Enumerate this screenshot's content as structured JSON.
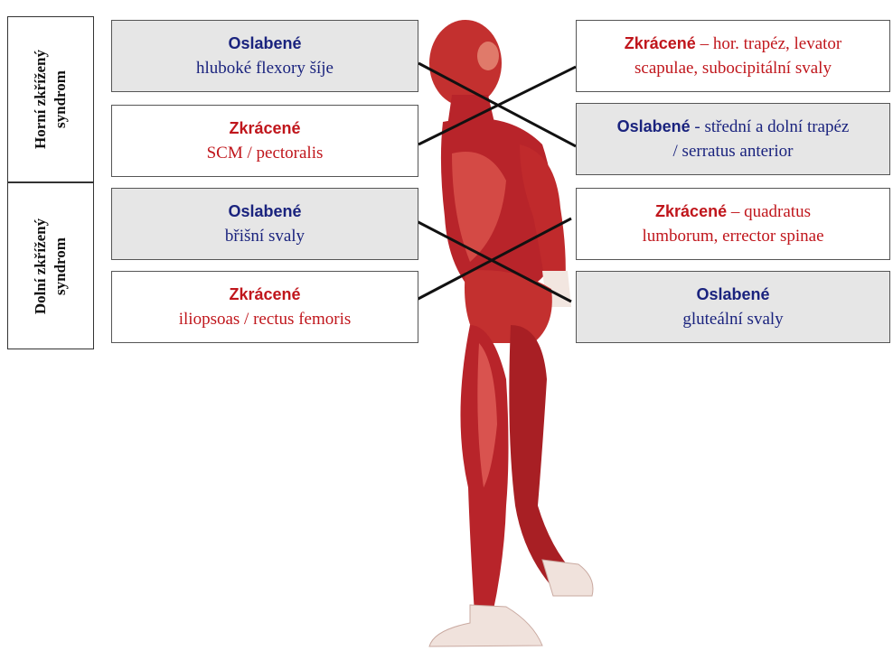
{
  "side_labels": {
    "upper": {
      "line1": "Horní zkřížený",
      "line2": "syndrom"
    },
    "lower": {
      "line1": "Dolní zkřížený",
      "line2": "syndrom"
    }
  },
  "boxes": {
    "left_1": {
      "title": "Oslabené",
      "text": "hluboké flexory šíje"
    },
    "left_2": {
      "title": "Zkrácené",
      "text": "SCM  /  pectoralis"
    },
    "left_3": {
      "title": "Oslabené",
      "text": "břišní svaly"
    },
    "left_4": {
      "title": "Zkrácené",
      "text": "iliopsoas / rectus femoris"
    },
    "right_1": {
      "title": "Zkrácené",
      "text_a": " – hor. trapéz, levator",
      "text_b": "scapulae, subocipitální svaly"
    },
    "right_2": {
      "title": "Oslabené",
      "text_a": " - střední a dolní trapéz",
      "text_b": "/ serratus anterior"
    },
    "right_3": {
      "title": "Zkrácené",
      "text_a": " – quadratus",
      "text_b": "lumborum, errector spinae"
    },
    "right_4": {
      "title": "Oslabené",
      "text": "gluteální svaly"
    }
  },
  "colors": {
    "weak": "#1a237e",
    "short": "#c0161c",
    "muscle": "#b8242a",
    "muscle_light": "#d9534f",
    "tendon": "#f2e6e0"
  }
}
